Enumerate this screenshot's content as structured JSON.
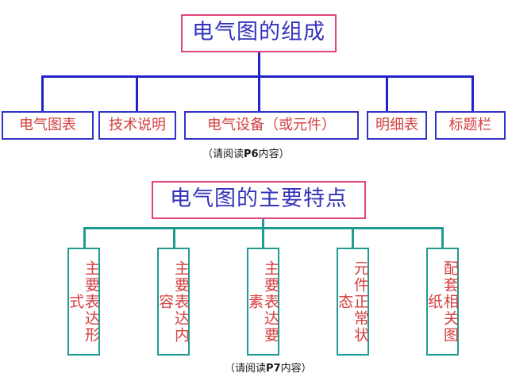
{
  "diagram": {
    "sections": [
      {
        "id": "composition",
        "title": "电气图的组成",
        "caption": "（请阅读P6内容）",
        "caption_page": "P6",
        "title_color": "#3333bb",
        "title_border_color": "#e0447c",
        "connector_color": "#2222cc",
        "leaf_border_color": "#3333cc",
        "leaf_text_color": "#d43f3f",
        "nodes": [
          "电气图表",
          "技术说明",
          "电气设备（或元件）",
          "明细表",
          "标题栏"
        ]
      },
      {
        "id": "features",
        "title": "电气图的主要特点",
        "caption": "（请阅读P7内容）",
        "caption_page": "P7",
        "title_color": "#3333bb",
        "title_border_color": "#e0447c",
        "connector_color": "#1f9c92",
        "leaf_border_color": "#1f9c92",
        "leaf_text_color": "#d43f3f",
        "nodes": [
          "主要表达形式",
          "主要表达内容",
          "主要表达要素",
          "元件正常状态",
          "配套相关图纸"
        ]
      }
    ]
  }
}
